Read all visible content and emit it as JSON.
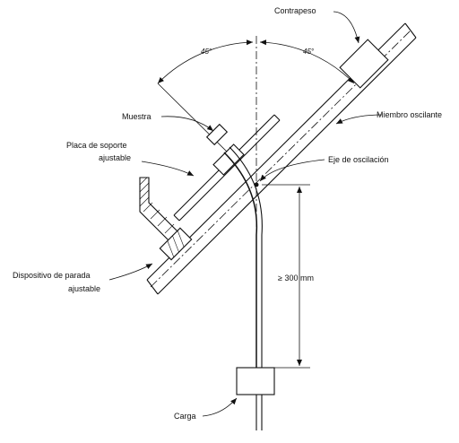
{
  "labels": {
    "contrapeso": "Contrapeso",
    "angle_left": "45°",
    "angle_right": "45°",
    "muestra": "Muestra",
    "miembro_oscilante": "Miembro oscilante",
    "placa_line1": "Placa de soporte",
    "placa_line2": "ajustable",
    "eje": "Eje de oscilación",
    "dispositivo_line1": "Dispositivo de parada",
    "dispositivo_line2": "ajustable",
    "dimension": "≥ 300 mm",
    "carga": "Carga"
  }
}
